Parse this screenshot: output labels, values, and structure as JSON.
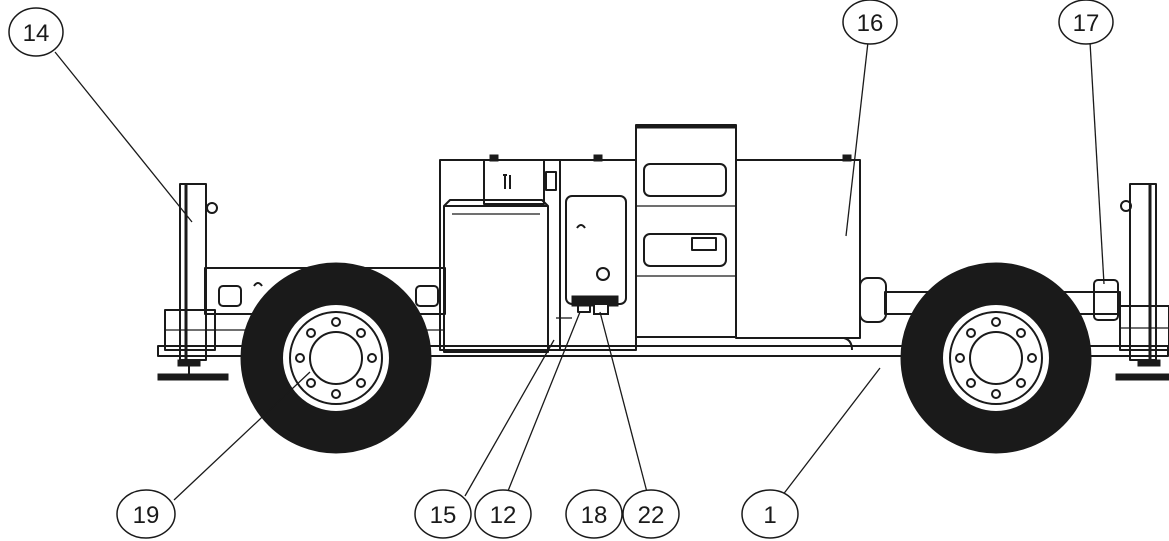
{
  "callouts": [
    {
      "id": "14",
      "label": "14"
    },
    {
      "id": "16",
      "label": "16"
    },
    {
      "id": "17",
      "label": "17"
    },
    {
      "id": "19",
      "label": "19"
    },
    {
      "id": "15",
      "label": "15"
    },
    {
      "id": "12",
      "label": "12"
    },
    {
      "id": "18",
      "label": "18"
    },
    {
      "id": "22",
      "label": "22"
    },
    {
      "id": "1",
      "label": "1"
    }
  ],
  "colors": {
    "line": "#1a1a1a",
    "background": "#ffffff"
  }
}
